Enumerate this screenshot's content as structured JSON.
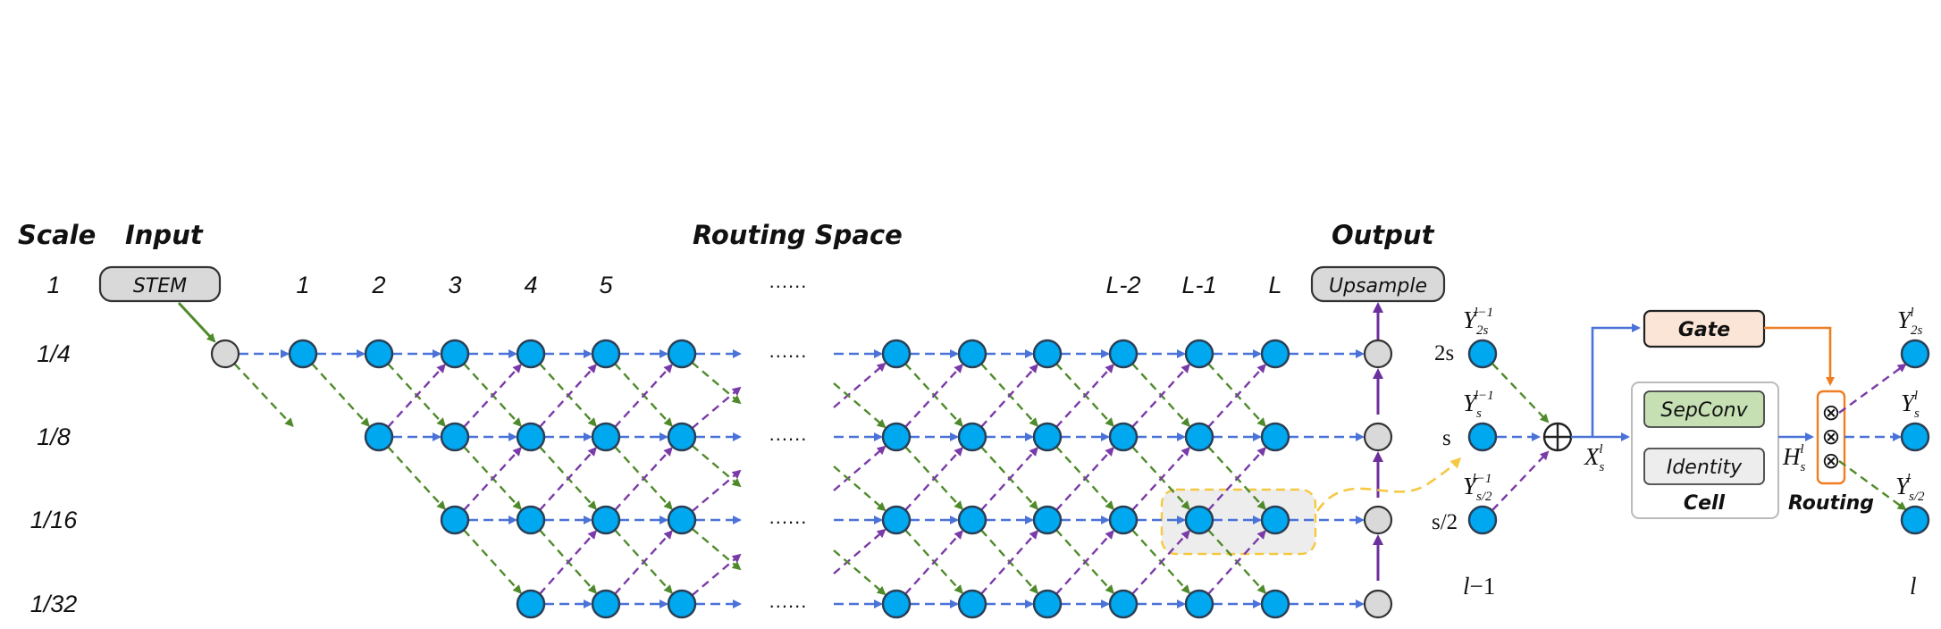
{
  "headers": {
    "scale": "Scale",
    "input": "Input",
    "routing_space": "Routing Space",
    "output": "Output"
  },
  "scale_labels": [
    "1",
    "1/4",
    "1/8",
    "1/16",
    "1/32"
  ],
  "stem_label": "STEM",
  "upsample_label": "Upsample",
  "layer_labels": [
    "1",
    "2",
    "3",
    "4",
    "5",
    "L-2",
    "L-1",
    "L"
  ],
  "ellipsis": "......",
  "cell_detail": {
    "left_scales": [
      "2s",
      "s",
      "s/2"
    ],
    "layer_prev": "l",
    "layer_prev_suffix": "−1",
    "layer_next": "l",
    "inputs": [
      {
        "base": "Y",
        "sub": "2s",
        "sup": "l−1"
      },
      {
        "base": "Y",
        "sub": "s",
        "sup": "l−1"
      },
      {
        "base": "Y",
        "sub": "s/2",
        "sup": "l−1"
      }
    ],
    "x_label": {
      "base": "X",
      "sub": "s",
      "sup": "l"
    },
    "h_label": {
      "base": "H",
      "sub": "s",
      "sup": "l"
    },
    "outputs": [
      {
        "base": "Y",
        "sub": "2s",
        "sup": "l"
      },
      {
        "base": "Y",
        "sub": "s",
        "sup": "l"
      },
      {
        "base": "Y",
        "sub": "s/2",
        "sup": "l"
      }
    ],
    "gate_label": "Gate",
    "sepconv_label": "SepConv",
    "identity_label": "Identity",
    "cell_label": "Cell",
    "routing_label": "Routing",
    "sum_symbol": "⊕",
    "mult_symbol": "⊗"
  },
  "colors": {
    "node": "#00a8f0",
    "forward_edge": "#4a72d8",
    "down_edge": "#4f8a2a",
    "up_edge": "#7a3aa8",
    "gate_fill": "#fbe5d6",
    "sepconv_fill": "#c6e0b4",
    "identity_fill": "#ededed",
    "routing_border": "#ef7d22",
    "highlight": "#f5c842"
  }
}
